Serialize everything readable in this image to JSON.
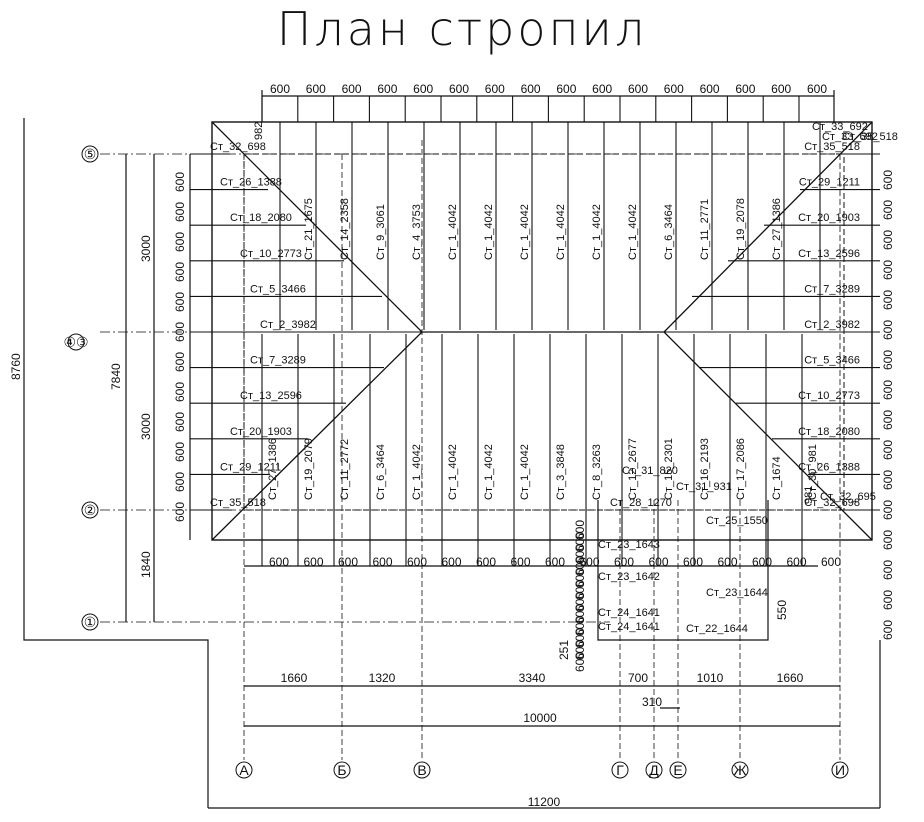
{
  "title": "План стропил",
  "top_spacings": [
    "600",
    "600",
    "600",
    "600",
    "600",
    "600",
    "600",
    "600",
    "600",
    "600",
    "600",
    "600",
    "600",
    "600",
    "600",
    "600"
  ],
  "bottom_spacings": [
    "600",
    "600",
    "600",
    "600",
    "600",
    "600",
    "600",
    "600",
    "600",
    "600",
    "600",
    "600",
    "600",
    "600",
    "600",
    "600",
    "600"
  ],
  "left_overall": "8760",
  "left_middle": "7840",
  "left_sub": [
    "3000",
    "3000",
    "1840"
  ],
  "right_side_spacings": [
    "600",
    "600",
    "600",
    "600",
    "600",
    "600",
    "600",
    "600",
    "600",
    "600",
    "600",
    "600",
    "600",
    "600",
    "600",
    "600"
  ],
  "row_axes": [
    "⑤",
    "④③",
    "②",
    "①"
  ],
  "col_axes": [
    "А",
    "Б",
    "В",
    "Г",
    "Д",
    "Е",
    "Ж",
    "И"
  ],
  "bottom_dims": [
    "1660",
    "1320",
    "3340",
    "700",
    "1010",
    "1660"
  ],
  "dim_310": "310",
  "dim_10000": "10000",
  "dim_11200": "11200",
  "dim_251": "251",
  "dim_550": "550",
  "vert_rafters_top": [
    "Ст_21_1675",
    "Ст_14_2358",
    "Ст_9_3061",
    "Ст_4_3753",
    "Ст_1_4042",
    "Ст_1_4042",
    "Ст_1_4042",
    "Ст_1_4042",
    "Ст_1_4042",
    "Ст_1_4042",
    "Ст_6_3464",
    "Ст_11_2771",
    "Ст_19_2078",
    "Ст_27_1386"
  ],
  "vert_rafters_bottom": [
    "Ст_27_1386",
    "Ст_19_2079",
    "Ст_11_2772",
    "Ст_6_3464",
    "Ст_1_4042",
    "Ст_1_4042",
    "Ст_1_4042",
    "Ст_1_4042",
    "Ст_3_3848",
    "Ст_8_3263",
    "Ст_12_2677",
    "Ст_15_2301",
    "Ст_16_2193",
    "Ст_17_2086",
    "Ст_1674",
    "Ст_30_981"
  ],
  "left_rafters": [
    "Ст_32_698",
    "Ст_26_1388",
    "Ст_18_2080",
    "Ст_10_2773",
    "Ст_5_3466",
    "Ст_2_3982",
    "Ст_7_3289",
    "Ст_13_2596",
    "Ст_20_1903",
    "Ст_29_1211",
    "Ст_35_518"
  ],
  "right_rafters": [
    "Ст_35_518",
    "Ст_29_1211",
    "Ст_20_1903",
    "Ст_13_2596",
    "Ст_7_3289",
    "Ст_2_3982",
    "Ст_5_3466",
    "Ст_10_2773",
    "Ст_18_2080",
    "Ст_26_1388",
    "Ст_32_698"
  ],
  "misc_labels": [
    "982",
    "Ст_33_692",
    "Ст_31_820",
    "Ст_31_931",
    "Ст_28_1270",
    "Ст_25_1550",
    "Ст_23_1643",
    "Ст_23_1642",
    "Ст_23_1644",
    "Ст_24_1641",
    "Ст_24_1641",
    "Ст_22_1644",
    "Ст_35_518",
    "Ст_33_692",
    "981",
    "Ст_32_695",
    "600",
    "600",
    "600",
    "600",
    "600",
    "600",
    "600",
    "600",
    "600",
    "600",
    "600",
    "600"
  ]
}
